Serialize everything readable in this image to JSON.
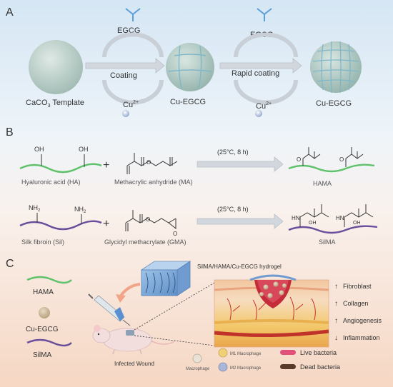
{
  "panel_a": {
    "letter": "A",
    "template_label": "CaCO",
    "template_sub": "3",
    "template_suffix": " Template",
    "step1_top": "EGCG",
    "step1_mid": "Coating",
    "step1_bottom": "Cu",
    "step1_bottom_sup": "2+",
    "particle1_label": "Cu-EGCG",
    "step2_top": "EGCG",
    "step2_mid": "Rapid coating",
    "step2_bottom": "Cu",
    "step2_bottom_sup": "2+",
    "particle2_label": "Cu-EGCG"
  },
  "panel_b": {
    "letter": "B",
    "plus": "+",
    "row1": {
      "oh1": "OH",
      "oh2": "OH",
      "polymer_label": "Hyaluronic acid (HA)",
      "reagent_label": "Methacrylic anhydride (MA)",
      "condition": "(25°C, 8 h)",
      "product_label": "HAMA"
    },
    "row2": {
      "nh2": "NH",
      "nh2_sub": "2",
      "polymer_label": "Silk fibroin (Sil)",
      "reagent_label": "Glycidyl methacrylate (GMA)",
      "condition": "(25°C, 8 h)",
      "product_label": "SilMA",
      "hn": "HN",
      "oh": "OH"
    }
  },
  "panel_c": {
    "letter": "C",
    "legend_hama": "HAMA",
    "legend_cu_egcg": "Cu-EGCG",
    "legend_silma": "SilMA",
    "hydrogel_label": "SilMA/HAMA/Cu-EGCG hydrogel",
    "wound_label": "Infected Wound",
    "effects": [
      {
        "arrow": "↑",
        "label": "Fibroblast"
      },
      {
        "arrow": "↑",
        "label": "Collagen"
      },
      {
        "arrow": "↑",
        "label": "Angiogenesis"
      },
      {
        "arrow": "↓",
        "label": "Inflammation"
      }
    ],
    "macrophage": "Macrophage",
    "m1": "M1 Macrophage",
    "m2": "M2 Macrophage",
    "live_bacteria": "Live bacteria",
    "dead_bacteria": "Dead bacteria"
  },
  "colors": {
    "band_a": "#dbeaf6",
    "band_c": "#f7e4d8",
    "hama_green": "#5fc26b",
    "silma_purple": "#6a4e9c",
    "arrow_gray": "#c8cdd2",
    "sphere": "#c4d8d2",
    "text": "#333333"
  }
}
